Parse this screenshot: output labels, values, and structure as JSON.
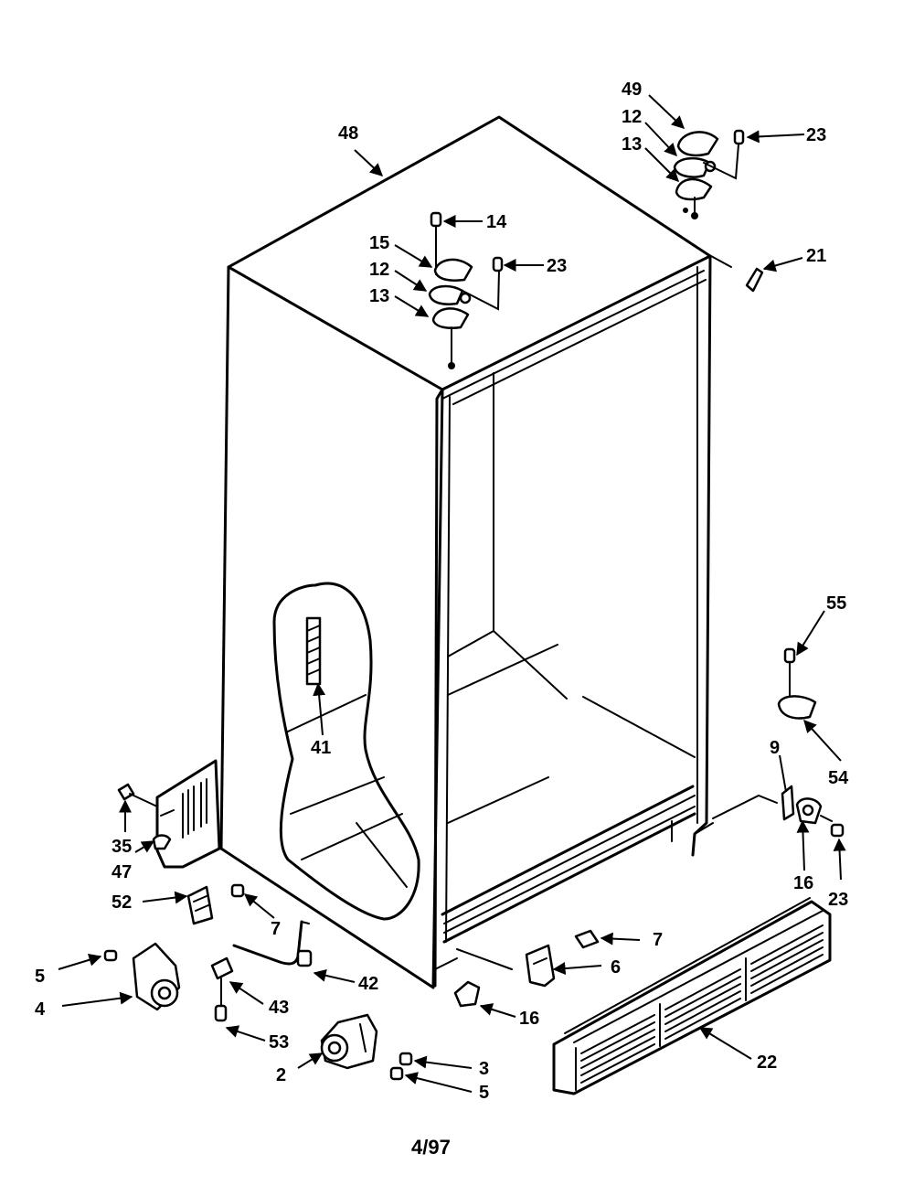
{
  "diagram": {
    "footer_date": "4/97",
    "callouts": {
      "c49": "49",
      "c12_top": "12",
      "c13_top": "13",
      "c23_top": "23",
      "c48": "48",
      "c14": "14",
      "c15": "15",
      "c12_mid": "12",
      "c13_mid": "13",
      "c23_mid": "23",
      "c21": "21",
      "c55": "55",
      "c54": "54",
      "c9": "9",
      "c16_right": "16",
      "c23_right": "23",
      "c41": "41",
      "c35": "35",
      "c47": "47",
      "c52": "52",
      "c7_left": "7",
      "c7_right": "7",
      "c6": "6",
      "c5_left": "5",
      "c4": "4",
      "c42": "42",
      "c43": "43",
      "c53": "53",
      "c16_bottom": "16",
      "c2": "2",
      "c3": "3",
      "c5_bottom": "5",
      "c22": "22"
    }
  }
}
